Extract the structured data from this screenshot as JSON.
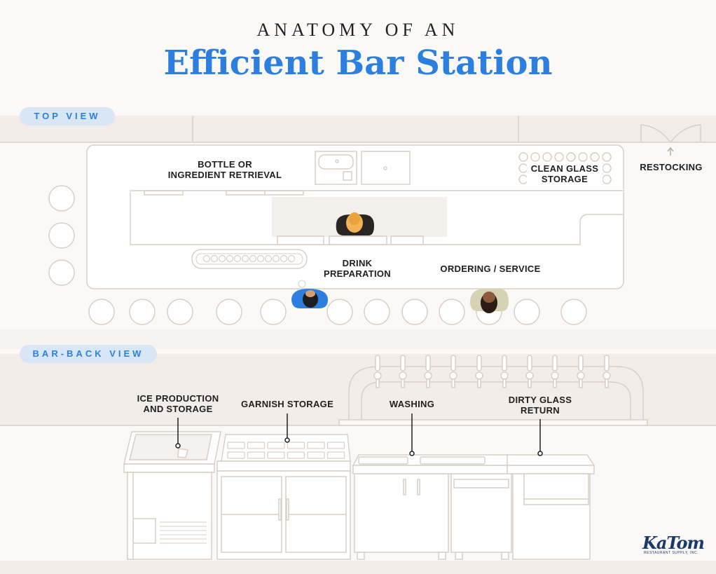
{
  "header": {
    "title_top": "ANATOMY OF AN",
    "title_main": "Efficient Bar Station"
  },
  "sections": {
    "top_view": "TOP VIEW",
    "bar_back_view": "BAR-BACK VIEW"
  },
  "top_labels": {
    "bottle_retrieval": "BOTTLE OR\nINGREDIENT RETRIEVAL",
    "clean_glass": "CLEAN GLASS\nSTORAGE",
    "restocking": "RESTOCKING",
    "drink_prep": "DRINK\nPREPARATION",
    "ordering": "ORDERING / SERVICE"
  },
  "back_labels": {
    "ice": "ICE PRODUCTION\nAND STORAGE",
    "garnish": "GARNISH STORAGE",
    "washing": "WASHING",
    "dirty_glass": "DIRTY GLASS\nRETURN"
  },
  "logo": {
    "name": "KaTom",
    "sub": "RESTAURANT SUPPLY, INC."
  },
  "colors": {
    "accent": "#2d7fdf",
    "pill_bg": "#d8e6f5",
    "line": "#d9cfc6",
    "band": "#f2ede9"
  }
}
